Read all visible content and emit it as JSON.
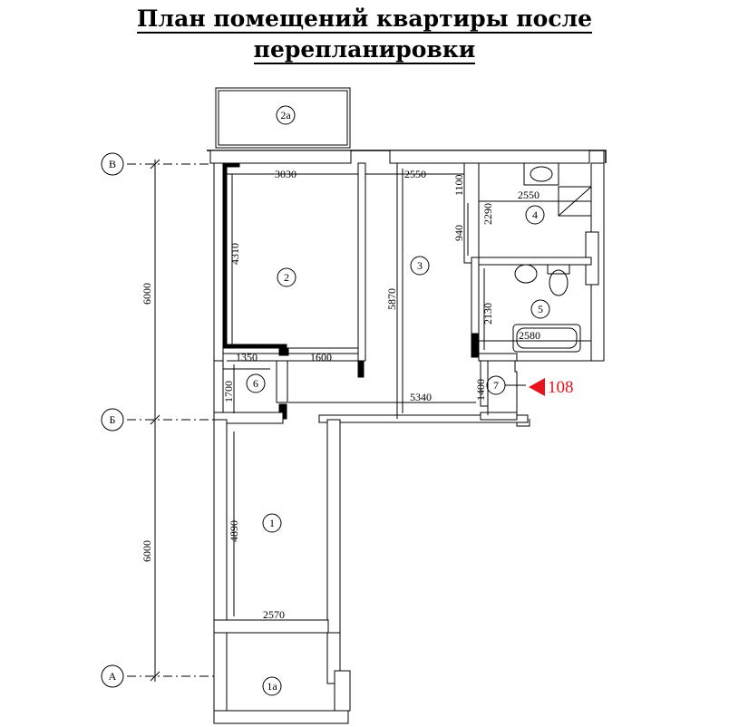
{
  "title": {
    "line1": "План помещений квартиры после",
    "line2": "перепланировки"
  },
  "axes": {
    "v": "В",
    "b": "Б",
    "a": "А",
    "spans": [
      "6000",
      "6000"
    ]
  },
  "rooms": {
    "r1": "1",
    "r1a": "1а",
    "r2": "2",
    "r2a": "2а",
    "r3": "3",
    "r4": "4",
    "r5": "5",
    "r6": "6",
    "r7": "7"
  },
  "dims": {
    "d3030": "3030",
    "d2550a": "2550",
    "d1100": "1100",
    "d2550b": "2550",
    "d2290": "2290",
    "d940": "940",
    "d4310": "4310",
    "d5870": "5870",
    "d2130": "2130",
    "d2580": "2580",
    "d1350": "1350",
    "d1600": "1600",
    "d1700": "1700",
    "d1400": "1400",
    "d5340": "5340",
    "d4890": "4890",
    "d2570": "2570"
  },
  "marker": {
    "label": "108",
    "color": "#e8121c"
  }
}
